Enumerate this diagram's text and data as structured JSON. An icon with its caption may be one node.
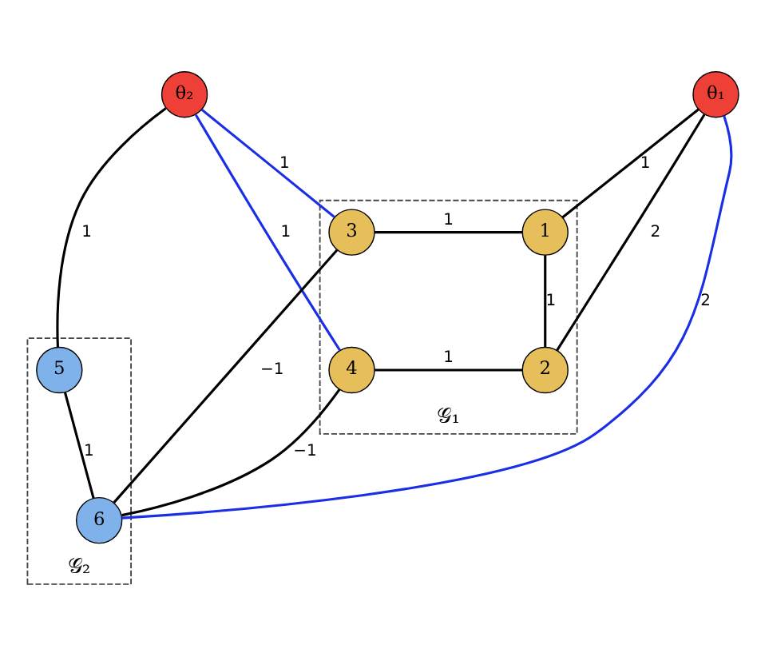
{
  "diagram": {
    "nodes": [
      {
        "text": [
          "θ₁"
        ]
      },
      {
        "text": [
          "θ₂"
        ]
      },
      {
        "text": [
          "𝒢₁"
        ]
      },
      {
        "text": [
          "1"
        ],
        "in": 2
      },
      {
        "text": [
          "3"
        ],
        "in": 2
      },
      {
        "text": [
          "2"
        ],
        "in": 2
      },
      {
        "text": [
          "4"
        ],
        "in": 2
      },
      {
        "text": [
          "𝒢₂"
        ]
      },
      {
        "text": [
          "5"
        ],
        "in": 7
      },
      {
        "text": [
          "6"
        ],
        "in": 7
      }
    ],
    "edges": [
      {
        "from": 0,
        "to": 3,
        "arrow": "none",
        "label": "1"
      },
      {
        "from": 0,
        "to": 5,
        "arrow": "none",
        "label": "2"
      },
      {
        "from": 0,
        "to": 9,
        "arrow": "none",
        "label": "2",
        "color": "#1a2ee6"
      },
      {
        "from": 1,
        "to": 4,
        "arrow": "none",
        "label": "1",
        "color": "#1a2ee6"
      },
      {
        "from": 1,
        "to": 6,
        "arrow": "none",
        "label": "1",
        "color": "#1a2ee6"
      },
      {
        "from": 1,
        "to": 8,
        "arrow": "none",
        "label": "1"
      },
      {
        "from": 3,
        "to": 4,
        "arrow": "none",
        "label": "1"
      },
      {
        "from": 3,
        "to": 5,
        "arrow": "none",
        "label": "1"
      },
      {
        "from": 5,
        "to": 6,
        "arrow": "none",
        "label": "1"
      },
      {
        "from": 4,
        "to": 9,
        "arrow": "none",
        "label": "−1"
      },
      {
        "from": 6,
        "to": 9,
        "arrow": "none",
        "label": "−1"
      },
      {
        "from": 8,
        "to": 9,
        "arrow": "none",
        "label": "1"
      }
    ]
  }
}
